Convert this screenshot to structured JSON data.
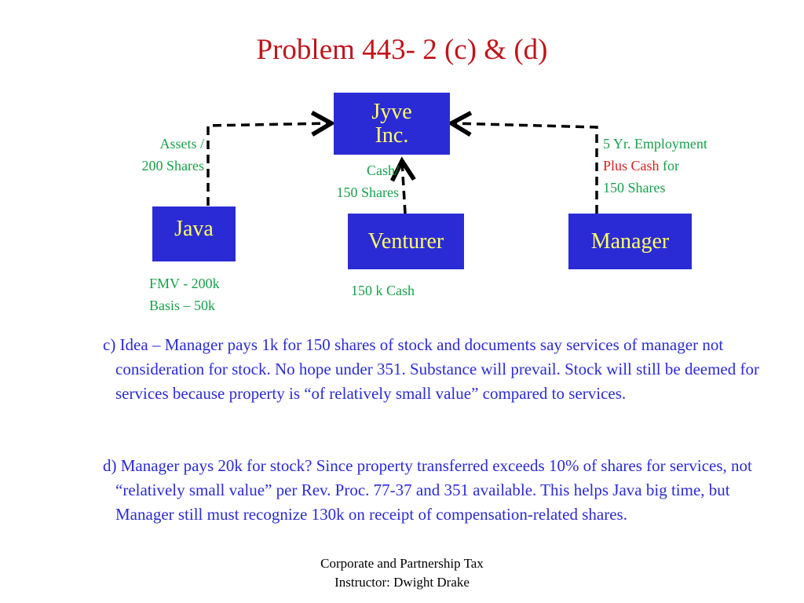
{
  "title": "Problem 443- 2 (c) & (d)",
  "nodes": {
    "jyve_line1": "Jyve",
    "jyve_line2": "Inc.",
    "java": "Java",
    "venturer": "Venturer",
    "manager": "Manager"
  },
  "labels": {
    "java_transfer_line1": "Assets /",
    "java_transfer_line2": "200 Shares",
    "venturer_transfer_line1": "Cash/",
    "venturer_transfer_line2": "150 Shares",
    "manager_transfer_line1": "5 Yr. Employment",
    "manager_transfer_line2_red": "Plus Cash",
    "manager_transfer_line2_rest": " for",
    "manager_transfer_line3": "150 Shares",
    "java_fmv": "FMV - 200k",
    "java_basis": "Basis – 50k",
    "venturer_cash": "150 k Cash"
  },
  "paragraphs": {
    "c": "c)  Idea – Manager pays 1k for 150 shares of stock and documents say services of manager not consideration for stock.  No hope under 351.  Substance will prevail.  Stock will still be deemed for services because property is “of relatively small value” compared to services.",
    "d": "d)   Manager pays 20k for stock?  Since property transferred exceeds 10% of shares for services, not “relatively small value” per Rev. Proc. 77-37 and 351 available.  This helps Java big time, but Manager still must recognize 130k on receipt of compensation-related shares."
  },
  "footer": {
    "line1": "Corporate and Partnership Tax",
    "line2": "Instructor: Dwight Drake"
  },
  "colors": {
    "title": "#c0151c",
    "box_fill": "#2b2bd6",
    "box_text": "#ffff66",
    "label_green": "#18a04a",
    "label_red": "#d41e1e",
    "body_text": "#2b2bd6"
  }
}
